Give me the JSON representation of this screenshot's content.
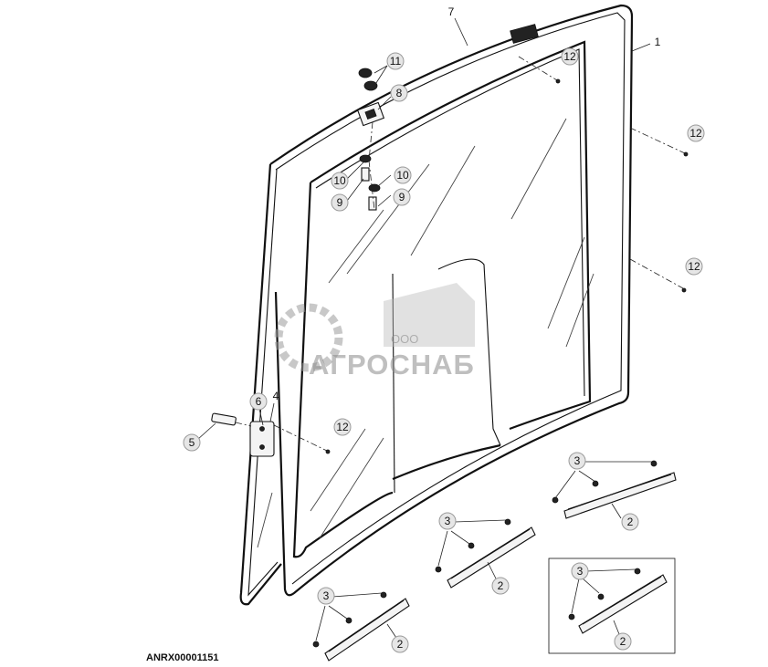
{
  "diagram": {
    "document_id": "ANRX00001151",
    "watermark": {
      "prefix": "ООО",
      "name": "АГРОСНАБ"
    },
    "callouts": {
      "c1": "1",
      "c7": "7",
      "c8": "8",
      "c11": "11",
      "c12a": "12",
      "c12b": "12",
      "c12c": "12",
      "c12d": "12",
      "c10a": "10",
      "c10b": "10",
      "c9a": "9",
      "c9b": "9",
      "c6": "6",
      "c4": "4",
      "c5": "5",
      "c3a": "3",
      "c2a": "2",
      "c3b": "3",
      "c2b": "2",
      "c3c": "3",
      "c2c": "2",
      "c3d": "3",
      "c2d": "2"
    }
  }
}
